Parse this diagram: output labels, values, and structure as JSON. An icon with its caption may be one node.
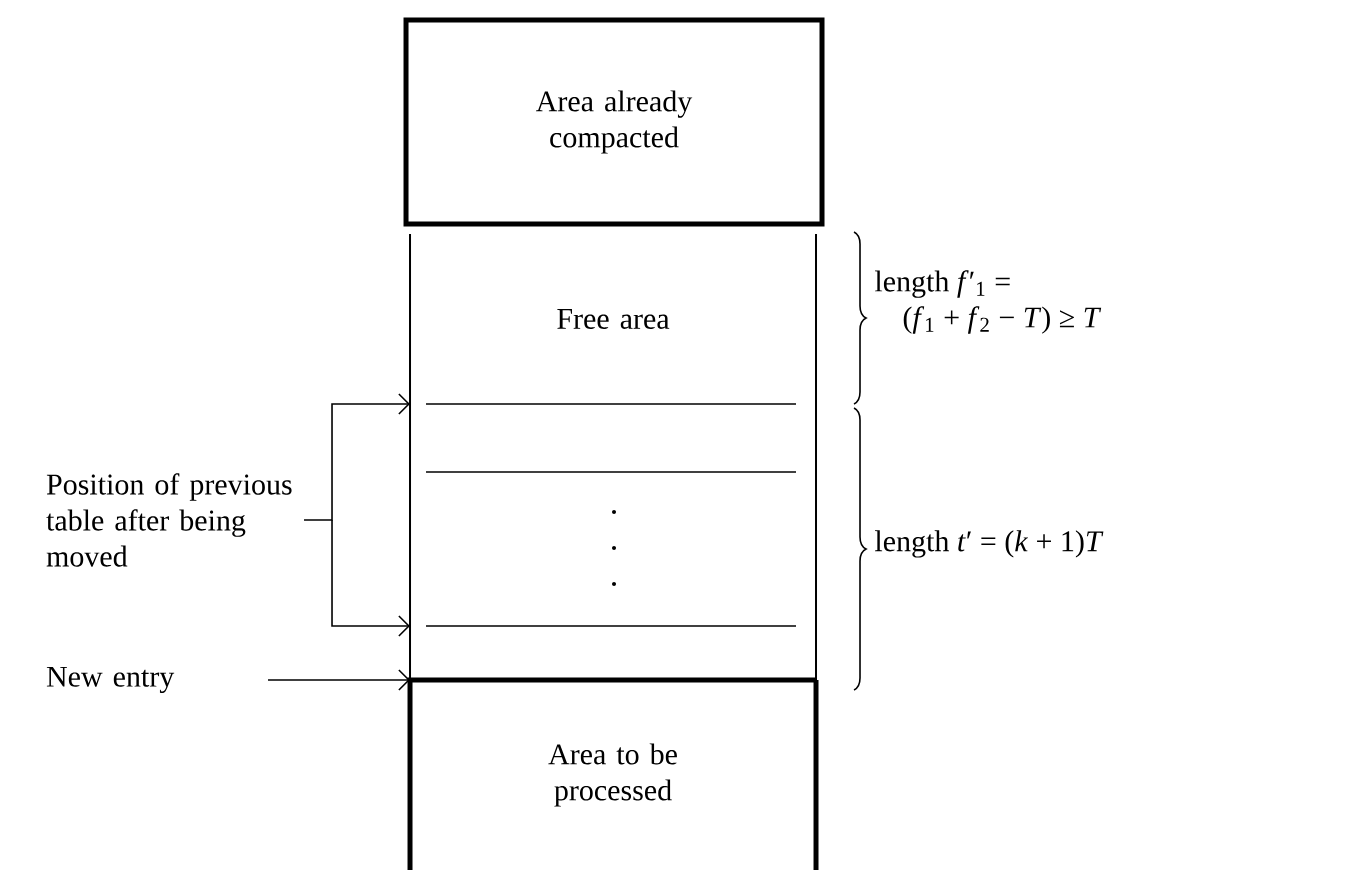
{
  "diagram": {
    "nodes": [
      {
        "text": [
          "Area already compacted"
        ]
      },
      {
        "text": [
          "Free area"
        ]
      },
      {
        "text": [],
        "shape": "box"
      },
      {
        "text": [
          "Area to be processed"
        ]
      },
      {
        "text": [
          "Position of previous table after being moved"
        ]
      },
      {
        "text": [
          "New entry"
        ]
      }
    ],
    "edges": [
      {
        "from": 4,
        "to": 2,
        "arrow": "to"
      },
      {
        "from": 5,
        "to": 3,
        "arrow": "to"
      }
    ],
    "labels": [
      "length *f*′$_{1}$ = (*f*$_{1}$ + *f*$_{2}$ − *T*) ≥ *T*",
      "length *t*′ = (*k* + 1)*T*"
    ]
  }
}
